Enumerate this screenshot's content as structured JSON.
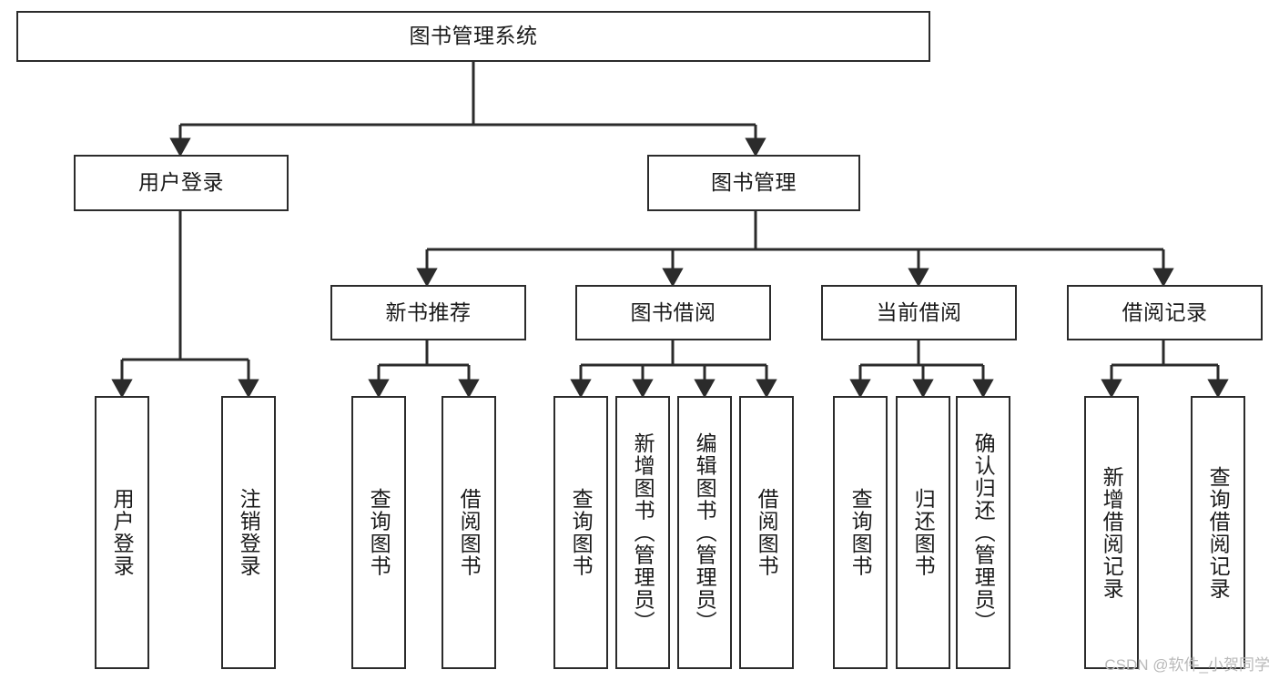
{
  "diagram": {
    "title": "图书管理系统",
    "type": "tree-hierarchy",
    "watermark": "CSDN @软件_小贺同学",
    "colors": {
      "box_border": "#2b2b2b",
      "box_fill": "#ffffff",
      "connector": "#2b2b2b",
      "text": "#1a1a1a",
      "watermark": "#b9b9b9"
    },
    "root": {
      "id": "root",
      "label": "图书管理系统"
    },
    "level2": [
      {
        "id": "user-login",
        "label": "用户登录"
      },
      {
        "id": "book-manage",
        "label": "图书管理"
      }
    ],
    "level3": [
      {
        "id": "new-book-rec",
        "label": "新书推荐"
      },
      {
        "id": "book-borrow",
        "label": "图书借阅"
      },
      {
        "id": "current-borrow",
        "label": "当前借阅"
      },
      {
        "id": "borrow-record",
        "label": "借阅记录"
      }
    ],
    "leaves": {
      "user_login": [
        {
          "id": "leaf-user-login",
          "label": "用户登录"
        },
        {
          "id": "leaf-logout-login",
          "label": "注销登录"
        }
      ],
      "new_book_rec": [
        {
          "id": "leaf-query-book-1",
          "label": "查询图书"
        },
        {
          "id": "leaf-borrow-book-1",
          "label": "借阅图书"
        }
      ],
      "book_borrow": [
        {
          "id": "leaf-query-book-2",
          "label": "查询图书"
        },
        {
          "id": "leaf-add-book",
          "label": "新增图书（管理员）"
        },
        {
          "id": "leaf-edit-book",
          "label": "编辑图书（管理员）"
        },
        {
          "id": "leaf-borrow-book-2",
          "label": "借阅图书"
        }
      ],
      "current_borrow": [
        {
          "id": "leaf-query-book-3",
          "label": "查询图书"
        },
        {
          "id": "leaf-return-book",
          "label": "归还图书"
        },
        {
          "id": "leaf-confirm-return",
          "label": "确认归还（管理员）"
        }
      ],
      "borrow_record": [
        {
          "id": "leaf-add-record",
          "label": "新增借阅记录"
        },
        {
          "id": "leaf-query-record",
          "label": "查询借阅记录"
        }
      ]
    }
  }
}
